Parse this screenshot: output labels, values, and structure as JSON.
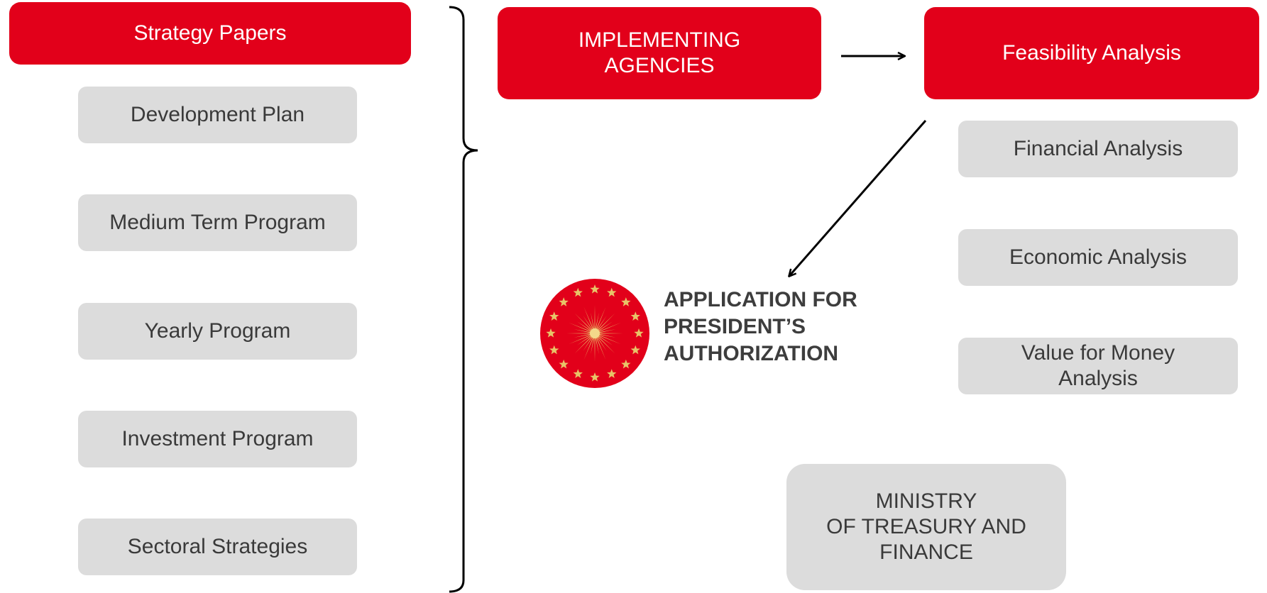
{
  "left_column": {
    "header": "Strategy Papers",
    "items": [
      "Development Plan",
      "Medium Term Program",
      "Yearly Program",
      "Investment Program",
      "Sectoral Strategies"
    ]
  },
  "implementing_agencies": "IMPLEMENTING\nAGENCIES",
  "feasibility": {
    "header": "Feasibility Analysis",
    "items": [
      "Financial Analysis",
      "Economic Analysis",
      "Value for Money\nAnalysis"
    ]
  },
  "application": "APPLICATION FOR\nPRESIDENT’S\nAUTHORIZATION",
  "ministry": "MINISTRY\nOF TREASURY AND\nFINANCE",
  "colors": {
    "accent_red": "#e2001a",
    "box_grey": "#dcdcdc",
    "text_dark": "#3a3a3a",
    "emblem_gold": "#e8c468"
  },
  "icons": [
    "presidential-seal-icon",
    "arrow-right-icon",
    "arrow-down-left-icon",
    "curly-brace-icon"
  ]
}
